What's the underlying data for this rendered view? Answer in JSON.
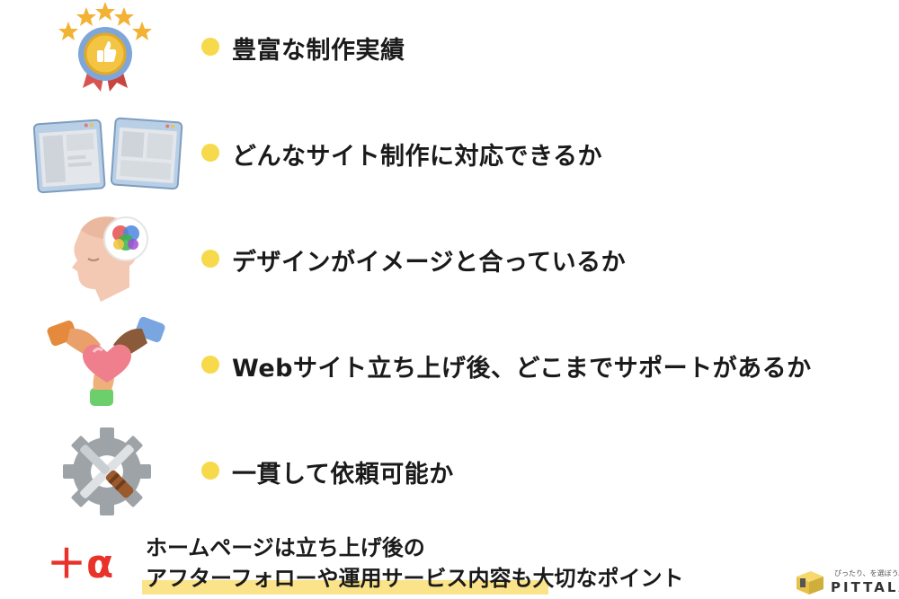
{
  "items": [
    {
      "icon": "medal-thumbs-up-icon",
      "label": "豊富な制作実績"
    },
    {
      "icon": "browser-windows-icon",
      "label": "どんなサイト制作に対応できるか"
    },
    {
      "icon": "head-color-wheel-icon",
      "label": "デザインがイメージと合っているか"
    },
    {
      "icon": "handshake-heart-icon",
      "label": "Webサイト立ち上げ後、どこまでサポートがあるか"
    },
    {
      "icon": "gear-tools-icon",
      "label": "一貫して依頼可能か"
    }
  ],
  "plus_alpha": {
    "symbol": "＋α",
    "line1": "ホームページは立ち上げ後の",
    "line2": "アフターフォローや運用サービス内容も大切なポイント"
  },
  "logo": {
    "tagline": "ぴったり、を選ぼう。",
    "name": "PITTALAB"
  },
  "colors": {
    "bullet": "#f7d94c",
    "accent_red": "#e8322a",
    "highlight": "#fbe38a"
  }
}
